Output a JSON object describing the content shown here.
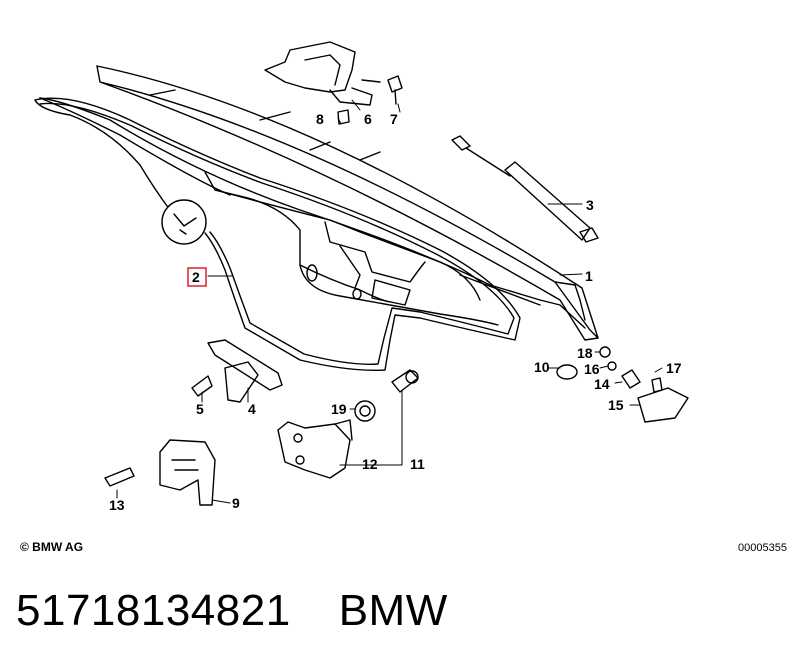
{
  "diagram": {
    "parts": [
      {
        "id": "p1",
        "label": "1"
      },
      {
        "id": "p2",
        "label": "2"
      },
      {
        "id": "p3",
        "label": "3"
      },
      {
        "id": "p4",
        "label": "4"
      },
      {
        "id": "p5",
        "label": "5"
      },
      {
        "id": "p6",
        "label": "6"
      },
      {
        "id": "p7",
        "label": "7"
      },
      {
        "id": "p8",
        "label": "8"
      },
      {
        "id": "p9",
        "label": "9"
      },
      {
        "id": "p10",
        "label": "10"
      },
      {
        "id": "p11",
        "label": "11"
      },
      {
        "id": "p12",
        "label": "12"
      },
      {
        "id": "p13",
        "label": "13"
      },
      {
        "id": "p14",
        "label": "14"
      },
      {
        "id": "p15",
        "label": "15"
      },
      {
        "id": "p16",
        "label": "16"
      },
      {
        "id": "p17",
        "label": "17"
      },
      {
        "id": "p18",
        "label": "18"
      },
      {
        "id": "p19",
        "label": "19"
      }
    ],
    "highlight_color": "#e0202a",
    "line_color": "#000000"
  },
  "footer": {
    "copyright": "© BMW AG",
    "ref_number": "00005355"
  },
  "caption": {
    "part_number": "51718134821",
    "brand": "BMW"
  }
}
